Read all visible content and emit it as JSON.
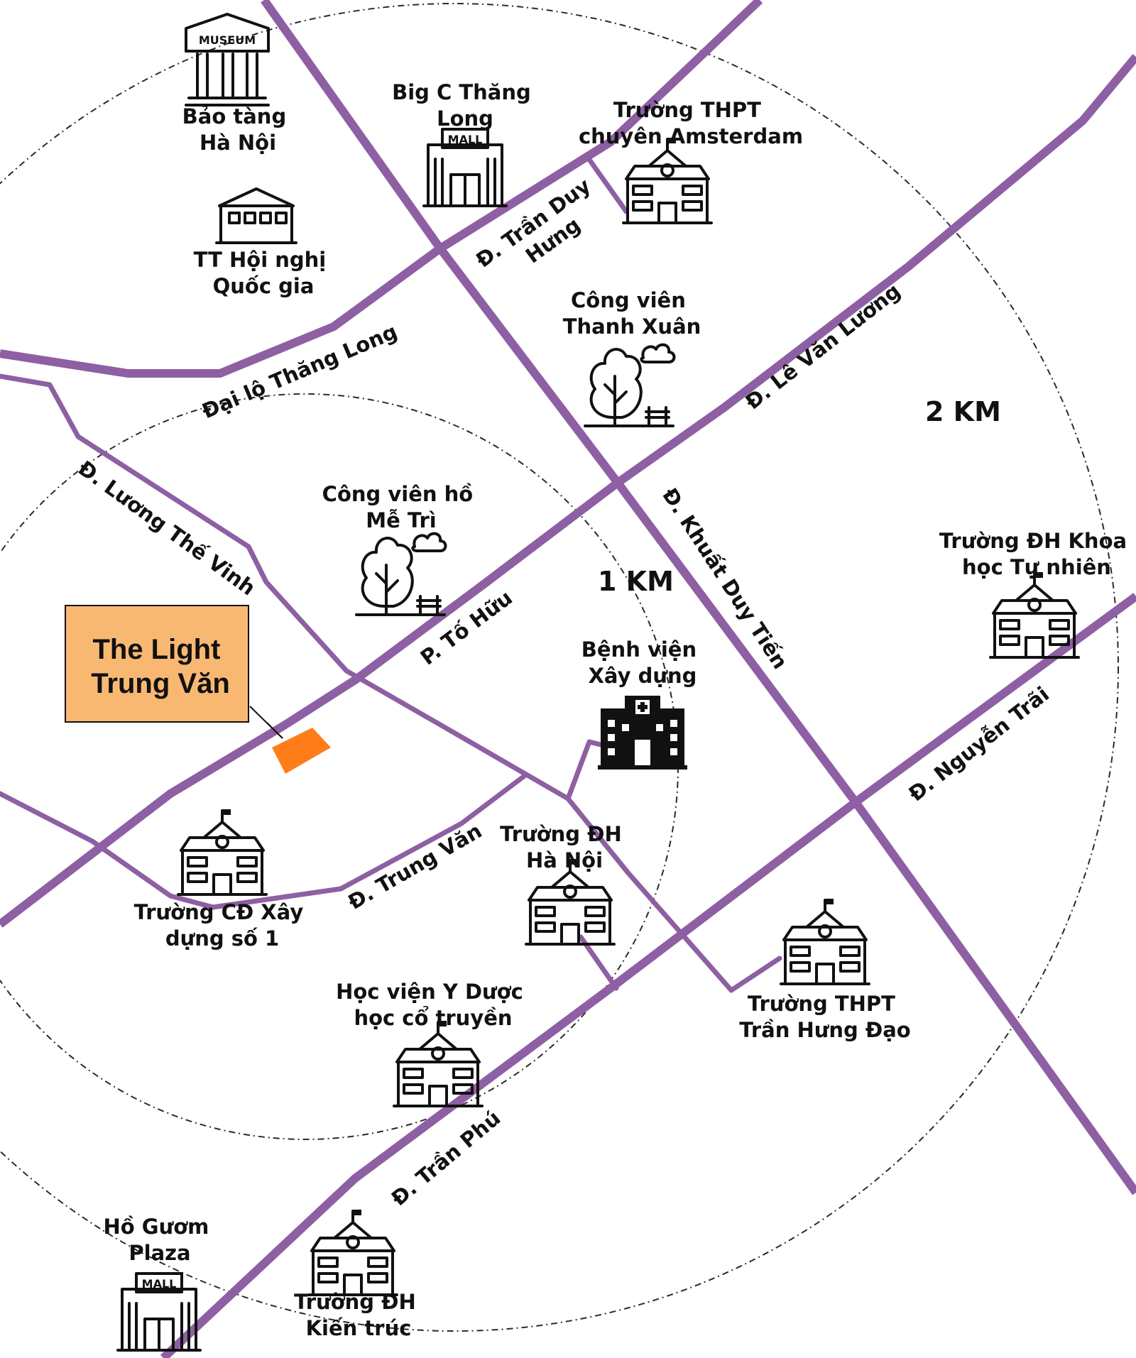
{
  "project": {
    "name_line1": "The Light",
    "name_line2": "Trung Văn",
    "label_color": "#f9b872",
    "site_color": "#ff7e1b"
  },
  "colors": {
    "road": "#8e5fa3",
    "ring": "#2b2b2b"
  },
  "distances": {
    "inner": "1 KM",
    "outer": "2 KM"
  },
  "roads": {
    "dai_lo_thang_long": "Đại lộ Thăng Long",
    "tran_duy_hung_1": "Đ. Trần Duy",
    "tran_duy_hung_2": "Hưng",
    "le_van_luong": "Đ. Lê Văn Lương",
    "luong_the_vinh": "Đ. Lương Thế Vinh",
    "to_huu": "P. Tố Hữu",
    "khuat_duy_tien": "Đ. Khuất Duy Tiến",
    "nguyen_trai": "Đ. Nguyễn Trãi",
    "trung_van": "Đ. Trung Văn",
    "tran_phu": "Đ. Trần Phú"
  },
  "pois": {
    "museum": {
      "line1": "Bảo tàng",
      "line2": "Hà Nội",
      "icon": "museum-icon",
      "icon_text": "MUSEUM"
    },
    "bigc": {
      "line1": "Big C Thăng",
      "line2": "Long",
      "icon": "mall-icon",
      "icon_text": "MALL"
    },
    "amsterdam": {
      "line1": "Trường THPT",
      "line2": "chuyên Amsterdam",
      "icon": "school-icon"
    },
    "hoinghi": {
      "line1": "TT Hội nghị",
      "line2": "Quốc gia",
      "icon": "convention-center-icon"
    },
    "thanhxuan_park": {
      "line1": "Công viên",
      "line2": "Thanh Xuân",
      "icon": "park-icon"
    },
    "metri_park": {
      "line1": "Công viên hồ",
      "line2": "Mễ Trì",
      "icon": "park-icon"
    },
    "hospital": {
      "line1": "Bệnh viện",
      "line2": "Xây dựng",
      "icon": "hospital-icon"
    },
    "khtn": {
      "line1": "Trường ĐH Khoa",
      "line2": "học Tự nhiên",
      "icon": "school-icon"
    },
    "cdxd": {
      "line1": "Trường CĐ Xây",
      "line2": "dựng số 1",
      "icon": "school-icon"
    },
    "dhhn": {
      "line1": "Trường ĐH",
      "line2": "Hà Nội",
      "icon": "school-icon"
    },
    "tranhungdao": {
      "line1": "Trường THPT",
      "line2": "Trần Hưng Đạo",
      "icon": "school-icon"
    },
    "hocvien": {
      "line1": "Học viện Y Dược",
      "line2": "học cổ truyền",
      "icon": "school-icon"
    },
    "hoguom": {
      "line1": "Hồ Gươm",
      "line2": "Plaza",
      "icon": "mall-icon",
      "icon_text": "MALL"
    },
    "kientruc": {
      "line1": "Trường ĐH",
      "line2": "Kiến trúc",
      "icon": "school-icon"
    }
  }
}
